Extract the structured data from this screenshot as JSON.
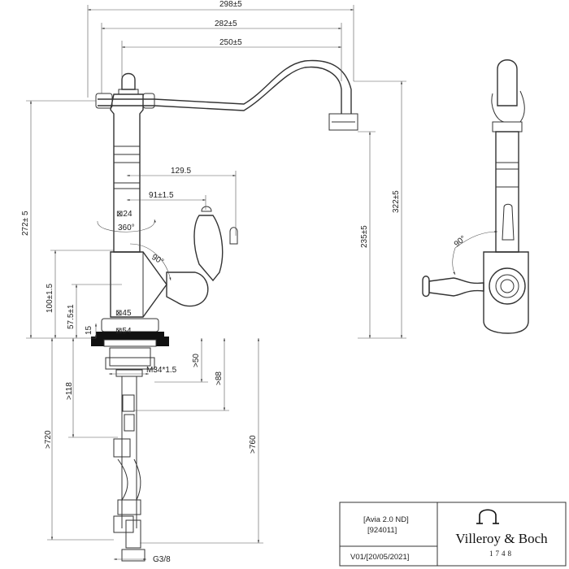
{
  "dimensions": {
    "d298": "298±5",
    "d282": "282±5",
    "d250": "250±5",
    "d129": "129.5",
    "d91": "91±1.5",
    "d24": "⊠24",
    "d360": "360°",
    "d90a": "90°",
    "d272": "272± 5",
    "d322": "322±5",
    "d235": "235±5",
    "d100": "100±1.5",
    "d57": "57.5±1",
    "d45": "⊠45",
    "d54": "⊠54",
    "d15": "15",
    "d50": ">50",
    "dM34": "M34*1.5",
    "d118": ">118",
    "d88": ">88",
    "d720": ">720",
    "d760": ">760",
    "dG38": "G3/8",
    "d90b": "90°"
  },
  "title_block": {
    "model": "[Avia 2.0 ND]",
    "code": "[924011]",
    "version": "V01/[20/05/2021]",
    "brand": "Villeroy & Boch",
    "year": "1748"
  }
}
